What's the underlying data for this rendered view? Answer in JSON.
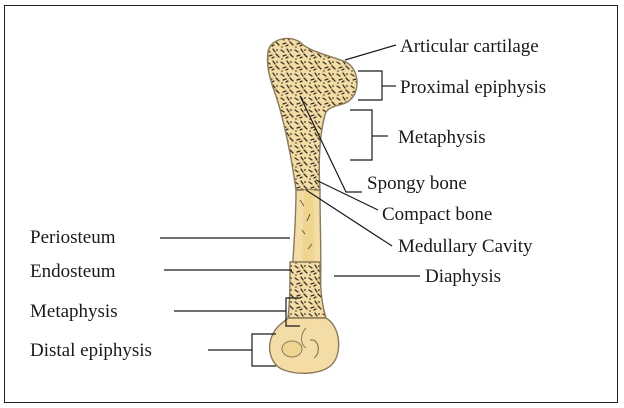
{
  "labels": {
    "articular_cartilage": "Articular cartilage",
    "proximal_epiphysis": "Proximal epiphysis",
    "metaphysis_upper": "Metaphysis",
    "spongy_bone": "Spongy bone",
    "compact_bone": "Compact bone",
    "medullary_cavity": "Medullary Cavity",
    "diaphysis": "Diaphysis",
    "periosteum": "Periosteum",
    "endosteum": "Endosteum",
    "metaphysis_lower": "Metaphysis",
    "distal_epiphysis": "Distal epiphysis"
  },
  "colors": {
    "bone_fill": "#f3dca6",
    "bone_outline": "#8a7a5a",
    "spongy_pattern": "#3a3324",
    "line_color": "#1a1a1a"
  }
}
